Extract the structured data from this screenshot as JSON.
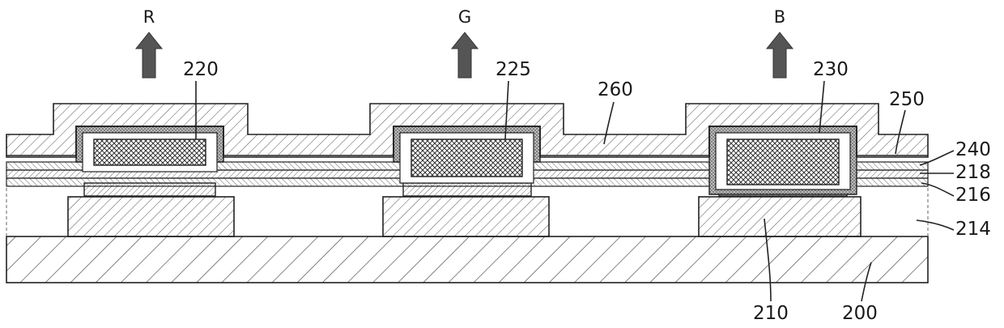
{
  "arrows": [
    {
      "key": "r",
      "label": "R"
    },
    {
      "key": "g",
      "label": "G"
    },
    {
      "key": "b",
      "label": "B"
    }
  ],
  "labels": {
    "l200": "200",
    "l210": "210",
    "l214": "214",
    "l216": "216",
    "l218": "218",
    "l220": "220",
    "l225": "225",
    "l230": "230",
    "l240": "240",
    "l250": "250",
    "l260": "260"
  },
  "colors": {
    "line": "#222222",
    "hatch": "#444444",
    "arrow": "#555555"
  }
}
